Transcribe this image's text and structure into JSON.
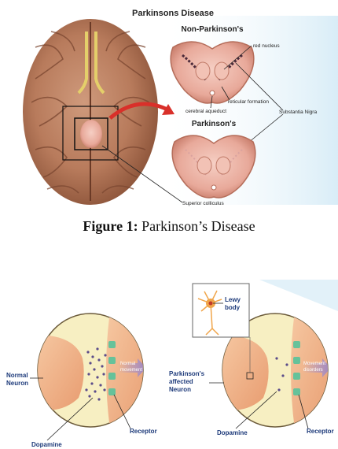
{
  "figure1": {
    "title": "Parkinsons Disease",
    "labels": {
      "non_parkinsons": "Non-Parkinson's",
      "parkinsons": "Parkinson's",
      "red_nucleus": "red nucleus",
      "reticular_formation": "reticular formation",
      "cerebral_aqueduct": "cerebral aqueduct",
      "substantia_nigra": "Substantia Nigra",
      "superior_colliculus": "Superior colliculus"
    }
  },
  "caption": {
    "prefix": "Figure 1:",
    "text": " Parkinson’s Disease"
  },
  "figure2": {
    "left": {
      "title_line1": "Normal",
      "title_line2": "Neuron",
      "arrow_line1": "Normal",
      "arrow_line2": "movement",
      "receptor": "Receptor",
      "dopamine": "Dopamine"
    },
    "right": {
      "title_line1": "Parkinson's",
      "title_line2": "affected",
      "title_line3": "Neuron",
      "inset_line1": "Lewy",
      "inset_line2": "body",
      "arrow_line1": "Movement",
      "arrow_line2": "disorders",
      "receptor": "Receptor",
      "dopamine": "Dopamine"
    }
  },
  "colors": {
    "brain": "#b87b5c",
    "midbrain": "#e8a99a",
    "neuron": "#f2b88f",
    "cleft_bg": "#f7efc2",
    "receptor": "#66c29a",
    "arrow": "#9b86c7",
    "dopamine": "#5b4c8a"
  }
}
